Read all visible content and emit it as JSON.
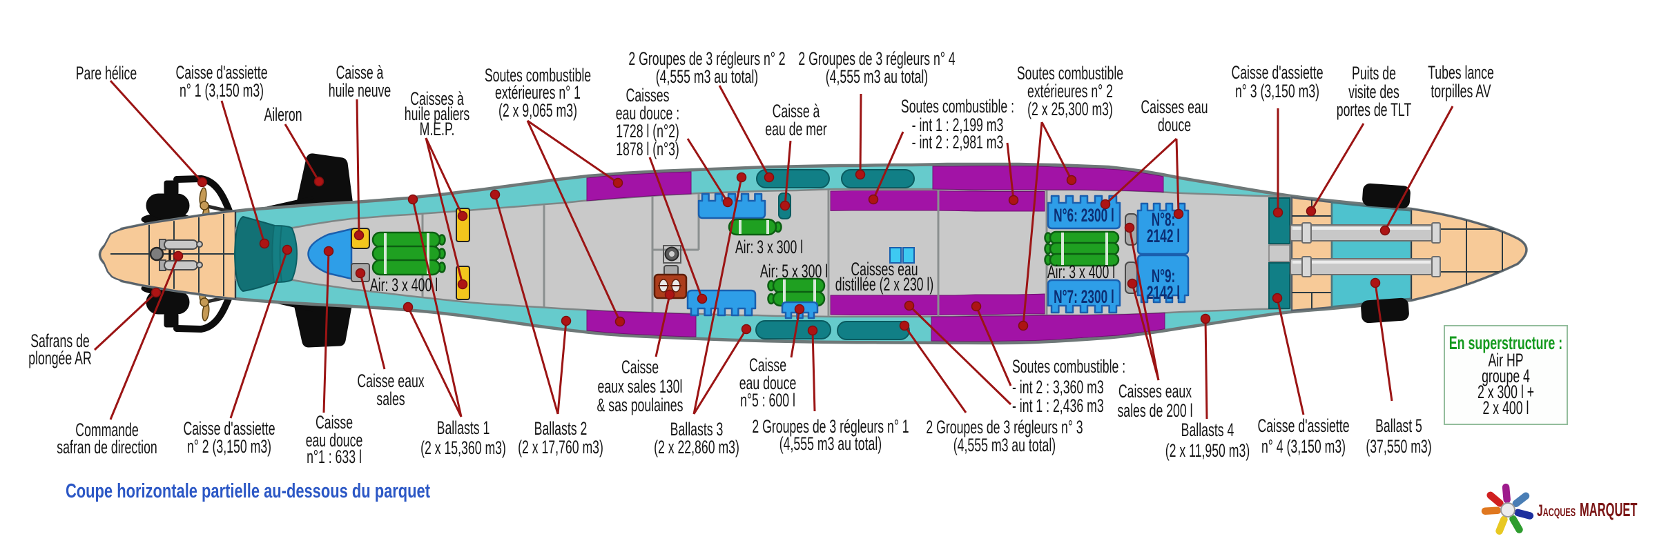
{
  "diagram_title": "Coupe horizontale partielle au-dessous du parquet",
  "signature": {
    "first_name": "Jacques",
    "last_name": "MARQUET"
  },
  "superstructure_box": {
    "title": "En superstructure :",
    "lines": [
      "Air HP",
      "groupe 4",
      "2 x 300 l +",
      "2 x 400 l"
    ]
  },
  "callouts": {
    "pare_helice": {
      "lines": [
        "Pare hélice"
      ]
    },
    "caisse_assiette_1": {
      "lines": [
        "Caisse d'assiette",
        "n° 1 (3,150 m3)"
      ]
    },
    "aileron": {
      "lines": [
        "Aileron"
      ]
    },
    "caisse_huile_neuve": {
      "lines": [
        "Caisse à",
        "huile neuve"
      ]
    },
    "caisses_huile_paliers": {
      "lines": [
        "Caisses à",
        "huile paliers",
        "M.E.P."
      ]
    },
    "soutes_ext_1": {
      "lines": [
        "Soutes combustible",
        "extérieures n° 1",
        "(2 x 9,065 m3)"
      ]
    },
    "caisses_eau_douce_23": {
      "lines": [
        "Caisses",
        "eau douce :",
        "1728 l (n°2)",
        "1878 l (n°3)"
      ]
    },
    "groupes_2": {
      "lines": [
        "2 Groupes de 3 régleurs n° 2",
        "(4,555 m3 au total)"
      ]
    },
    "caisse_eau_mer": {
      "lines": [
        "Caisse à",
        "eau de mer"
      ]
    },
    "groupes_4": {
      "lines": [
        "2 Groupes de 3 régleurs n° 4",
        "(4,555 m3 au total)"
      ]
    },
    "soutes_int_top": {
      "lines": [
        "Soutes combustible :",
        "- int 1 : 2,199 m3",
        "- int 2 : 2,981 m3"
      ]
    },
    "soutes_ext_2": {
      "lines": [
        "Soutes combustible",
        "extérieures n° 2",
        "(2 x 25,300 m3)"
      ]
    },
    "caisses_eau_douce_bow": {
      "lines": [
        "Caisses eau",
        "douce"
      ]
    },
    "caisse_assiette_3": {
      "lines": [
        "Caisse d'assiette",
        "n° 3 (3,150 m3)"
      ]
    },
    "puits_tlt": {
      "lines": [
        "Puits de",
        "visite des",
        "portes de TLT"
      ]
    },
    "tubes_av": {
      "lines": [
        "Tubes lance",
        "torpilles AV"
      ]
    },
    "safrans": {
      "lines": [
        "Safrans de",
        "plongée AR"
      ]
    },
    "commande": {
      "lines": [
        "Commande",
        "safran de direction"
      ]
    },
    "caisse_assiette_2": {
      "lines": [
        "Caisse d'assiette",
        "n° 2 (3,150 m3)"
      ]
    },
    "caisse_eau_douce_1": {
      "lines": [
        "Caisse",
        "eau douce",
        "n°1 : 633 l"
      ]
    },
    "caisse_eaux_sales": {
      "lines": [
        "Caisse eaux",
        "sales"
      ]
    },
    "ballasts_1": {
      "lines": [
        "Ballasts 1",
        "(2 x 15,360 m3)"
      ]
    },
    "ballasts_2": {
      "lines": [
        "Ballasts 2",
        "(2 x 17,760 m3)"
      ]
    },
    "caisse_eaux_sales_130": {
      "lines": [
        "Caisse",
        "eaux sales 130l",
        "& sas poulaines"
      ]
    },
    "ballasts_3": {
      "lines": [
        "Ballasts 3",
        "(2 x 22,860 m3)"
      ]
    },
    "caisse_eau_douce_5": {
      "lines": [
        "Caisse",
        "eau douce",
        "n°5 : 600 l"
      ]
    },
    "groupes_1": {
      "lines": [
        "2 Groupes de 3 régleurs n° 1",
        "(4,555 m3 au total)"
      ]
    },
    "groupes_3": {
      "lines": [
        "2 Groupes de 3 régleurs n° 3",
        "(4,555 m3 au total)"
      ]
    },
    "soutes_int_bottom": {
      "lines": [
        "Soutes combustible :",
        "- int 2 : 3,360 m3",
        "- int 1 : 2,436 m3"
      ]
    },
    "caisses_eaux_sales_200": {
      "lines": [
        "Caisses eaux",
        "sales de 200 l"
      ]
    },
    "ballasts_4": {
      "lines": [
        "Ballasts 4",
        "(2 x 11,950 m3)"
      ]
    },
    "caisse_assiette_4": {
      "lines": [
        "Caisse d'assiette",
        "n° 4 (3,150 m3)"
      ]
    },
    "ballast_5": {
      "lines": [
        "Ballast 5",
        "(37,550 m3)"
      ]
    }
  },
  "hull_texts": {
    "air_aft": "Air: 3 x 400 l",
    "air_3x300": "Air: 3 x 300 l",
    "air_5x300": "Air: 5 x 300 l",
    "distillee_1": "Caisses eau",
    "distillee_2": "distillée (2 x 230 l)",
    "air_fwd": "Air: 3 x 400 l",
    "n6": "N°6: 2300 l",
    "n7": "N°7: 2300 l",
    "n8a": "N°8:",
    "n8b": "2142 l",
    "n9a": "N°9:",
    "n9b": "2142 l"
  },
  "colors": {
    "hull_band_cyan": "#66CBCC",
    "bow_block_cyan": "#4EC2CE",
    "teal_dark": "#117F86",
    "fuel_purple": "#A213A6",
    "interior_gray": "#C9C9C9",
    "peach": "#F7CA98",
    "tank_blue": "#2E9EE8",
    "cylinder_green": "#1FA021",
    "oil_yellow": "#F2C51D",
    "leader_red": "#9B1414",
    "title_blue": "#2B57C5",
    "signature_maroon": "#7A1414",
    "superstructure_green": "#149A1E"
  }
}
